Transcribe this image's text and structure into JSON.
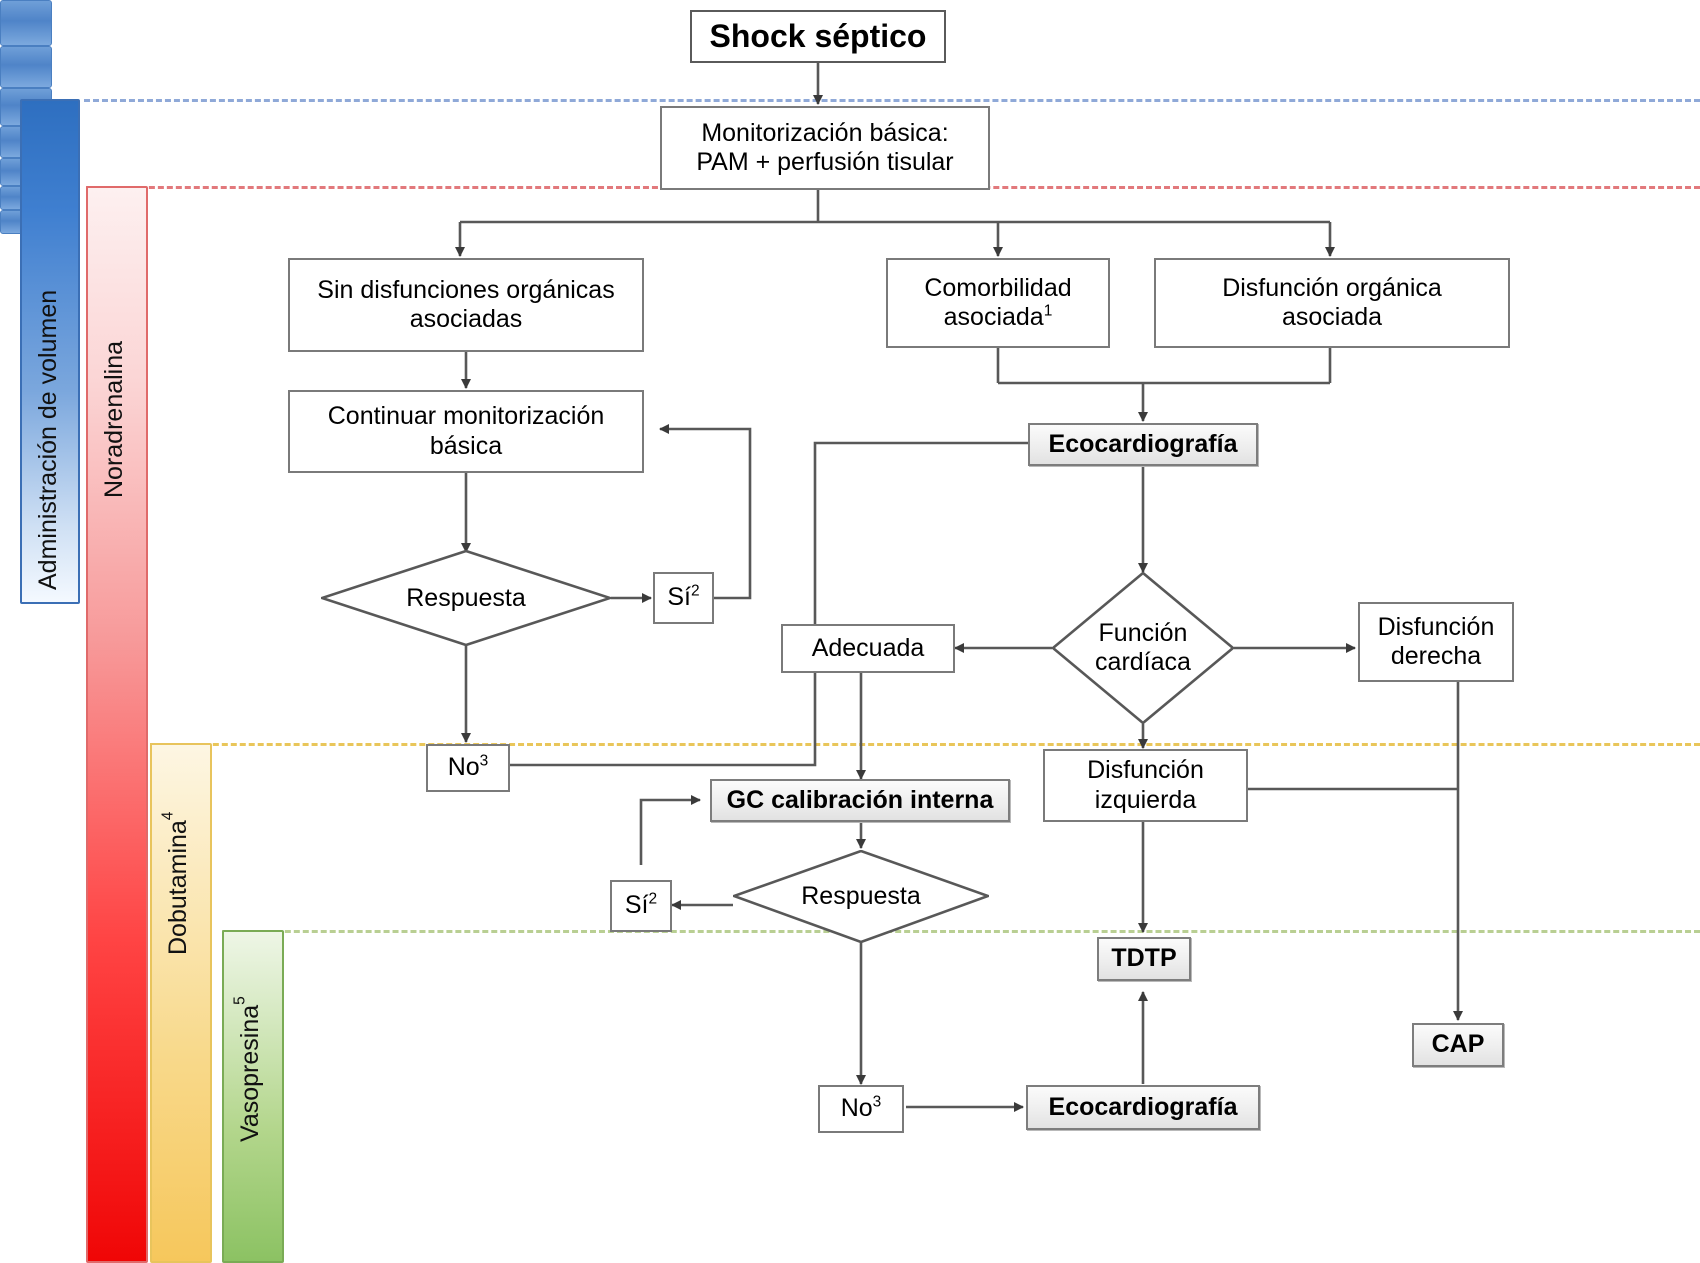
{
  "diagram": {
    "title": "Shock séptico",
    "language": "es",
    "type": "clinical-flowchart"
  },
  "side_bars": [
    {
      "id": "volumen",
      "label": "Administración de volumen",
      "color": "#3f7fd0"
    },
    {
      "id": "noradrenalina",
      "label": "Noradrenalina",
      "color": "#f00606"
    },
    {
      "id": "dobutamina",
      "label": "Dobutamina",
      "sup": "4",
      "color": "#f6c75c"
    },
    {
      "id": "vasopresina",
      "label": "Vasopresina",
      "sup": "5",
      "color": "#8cc263"
    }
  ],
  "nodes": {
    "shock": {
      "label": "Shock séptico"
    },
    "monitor": {
      "line1": "Monitorización básica:",
      "line2": "PAM + perfusión tisular"
    },
    "sin_disf": {
      "line1": "Sin disfunciones orgánicas",
      "line2": "asociadas"
    },
    "comorbilidad": {
      "line1": "Comorbilidad",
      "line2": "asociada",
      "sup": "1"
    },
    "disf_organica": {
      "line1": "Disfunción orgánica",
      "line2": "asociada"
    },
    "continuar": {
      "line1": "Continuar monitorización",
      "line2": "básica"
    },
    "eco_top": {
      "label": "Ecocardiografía"
    },
    "respuesta1": {
      "label": "Respuesta"
    },
    "si1": {
      "label": "Sí",
      "sup": "2"
    },
    "no1": {
      "label": "No",
      "sup": "3"
    },
    "adecuada": {
      "label": "Adecuada"
    },
    "funcion": {
      "line1": "Función",
      "line2": "cardíaca"
    },
    "disf_derecha": {
      "line1": "Disfunción",
      "line2": "derecha"
    },
    "disf_izq": {
      "line1": "Disfunción",
      "line2": "izquierda"
    },
    "gc": {
      "label": "GC calibración interna"
    },
    "respuesta2": {
      "label": "Respuesta"
    },
    "si2": {
      "label": "Sí",
      "sup": "2"
    },
    "no2": {
      "label": "No",
      "sup": "3"
    },
    "tdtp": {
      "label": "TDTP"
    },
    "cap": {
      "label": "CAP"
    },
    "eco_bottom": {
      "label": "Ecocardiografía"
    }
  },
  "zone_separators": [
    {
      "id": "volumen-zone",
      "color": "#8fa9d8"
    },
    {
      "id": "noradrenalina-zone",
      "color": "#e2797c"
    },
    {
      "id": "dobutamina-zone",
      "color": "#e9c65a"
    },
    {
      "id": "vasopresina-zone",
      "color": "#b9cf93"
    }
  ],
  "footnotes": [
    "1",
    "2",
    "3",
    "4",
    "5"
  ]
}
